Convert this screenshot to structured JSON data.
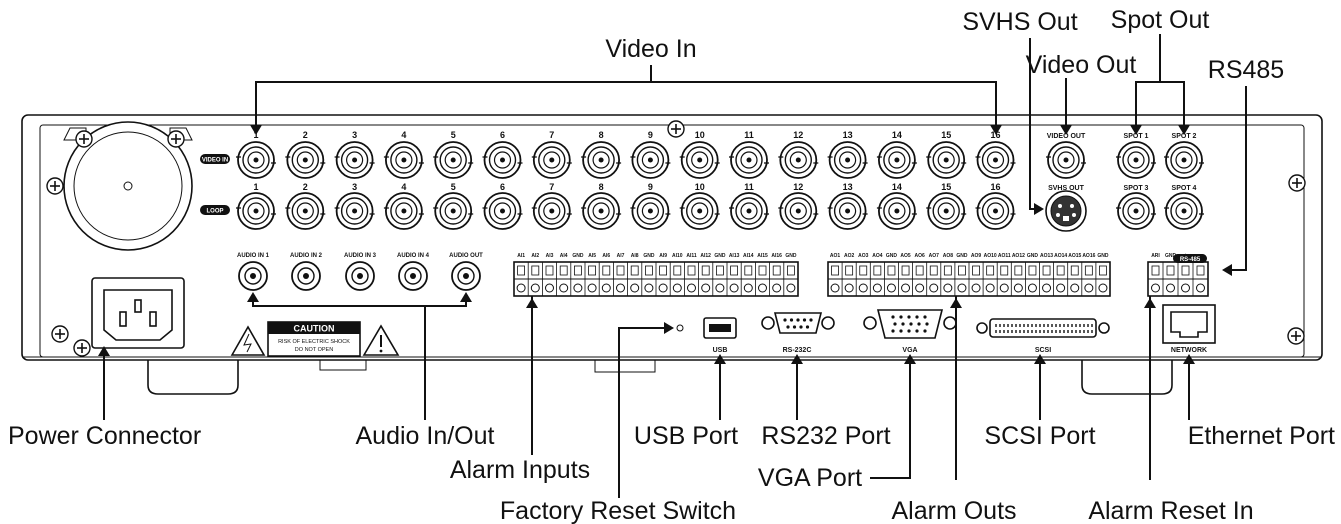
{
  "callouts": {
    "video_in": "Video In",
    "svhs_out": "SVHS Out",
    "spot_out": "Spot Out",
    "video_out": "Video Out",
    "rs485": "RS485",
    "power_connector": "Power Connector",
    "audio_in_out": "Audio In/Out",
    "alarm_inputs": "Alarm Inputs",
    "factory_reset_switch": "Factory Reset Switch",
    "usb_port": "USB Port",
    "rs232_port": "RS232 Port",
    "vga_port": "VGA Port",
    "scsi_port": "SCSI Port",
    "alarm_outs": "Alarm Outs",
    "ethernet_port": "Ethernet Port",
    "alarm_reset_in": "Alarm Reset In"
  },
  "panel": {
    "video_in_tag": "VIDEO IN",
    "loop_tag": "LOOP",
    "channels": [
      "1",
      "2",
      "3",
      "4",
      "5",
      "6",
      "7",
      "8",
      "9",
      "10",
      "11",
      "12",
      "13",
      "14",
      "15",
      "16"
    ],
    "video_out": "VIDEO OUT",
    "svhs_out": "SVHS OUT",
    "spot1": "SPOT 1",
    "spot2": "SPOT 2",
    "spot3": "SPOT 3",
    "spot4": "SPOT 4",
    "audio_labels": [
      "AUDIO IN 1",
      "AUDIO IN 2",
      "AUDIO IN 3",
      "AUDIO IN 4",
      "AUDIO OUT"
    ],
    "alarm_in_terms": [
      "AI1",
      "AI2",
      "AI3",
      "AI4",
      "GND",
      "AI5",
      "AI6",
      "AI7",
      "AI8",
      "GND",
      "AI9",
      "AI10",
      "AI11",
      "AI12",
      "GND",
      "AI13",
      "AI14",
      "AI15",
      "AI16",
      "GND"
    ],
    "alarm_out_terms": [
      "AO1",
      "AO2",
      "AO3",
      "AO4",
      "GND",
      "AO5",
      "AO6",
      "AO7",
      "AO8",
      "GND",
      "AO9",
      "AO10",
      "AO11",
      "AO12",
      "GND",
      "AO13",
      "AO14",
      "AO15",
      "AO16",
      "GND"
    ],
    "rs485_tag": "RS-485",
    "rs485_terms": [
      "ARI",
      "GND",
      "+",
      "−"
    ],
    "caution": "CAUTION",
    "caution_line1": "RISK OF ELECTRIC SHOCK",
    "caution_line2": "DO NOT OPEN",
    "usb": "USB",
    "rs232c": "RS-232C",
    "vga": "VGA",
    "scsi": "SCSI",
    "network": "NETWORK"
  }
}
